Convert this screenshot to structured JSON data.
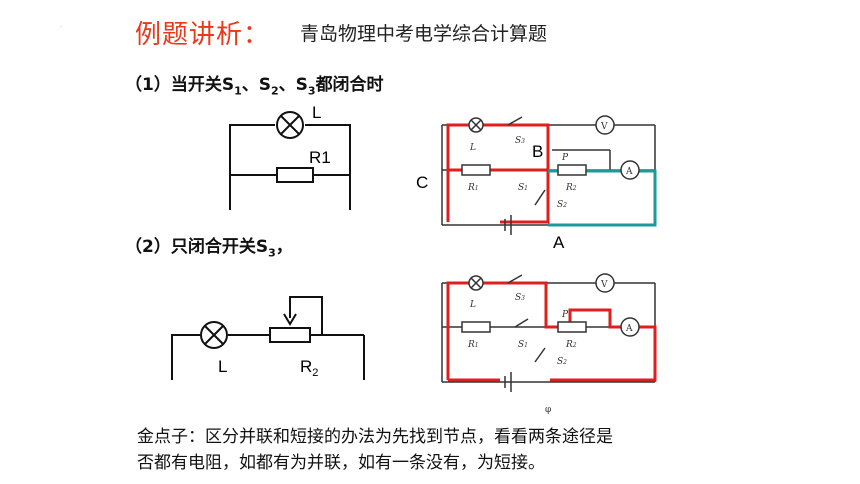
{
  "header": {
    "title": "例题讲析：",
    "subtitle": "青岛物理中考电学综合计算题"
  },
  "cases": {
    "case1": {
      "prefix": "（1）当开关",
      "s1": "S",
      "s1_sub": "1",
      "sep1": "、",
      "s2": "S",
      "s2_sub": "2",
      "sep2": "、",
      "s3": "S",
      "s3_sub": "3",
      "suffix": "都闭合时"
    },
    "case2": {
      "prefix": "（2）只闭合开关",
      "s3": "S",
      "s3_sub": "3",
      "suffix": "，"
    }
  },
  "circuit1": {
    "lamp": "L",
    "resistor": "R1"
  },
  "circuit2": {
    "lamp": "L",
    "resistor": "R",
    "resistor_sub": "2"
  },
  "diagram1": {
    "label_b": "B",
    "label_c": "C",
    "label_a": "A",
    "lamp": "L",
    "r1": "R",
    "r1_sub": "1",
    "s1": "S",
    "s1_sub": "1",
    "s3": "S",
    "s3_sub": "3",
    "r2": "R",
    "r2_sub": "2",
    "s2": "S",
    "s2_sub": "2",
    "p": "P",
    "voltmeter": "V",
    "ammeter": "A"
  },
  "diagram2": {
    "lamp": "L",
    "r1": "R",
    "r1_sub": "1",
    "s1": "S",
    "s1_sub": "1",
    "s3": "S",
    "s3_sub": "3",
    "r2": "R",
    "r2_sub": "2",
    "s2": "S",
    "s2_sub": "2",
    "p": "P",
    "voltmeter": "V",
    "ammeter": "A",
    "mark": "φ"
  },
  "tip": {
    "line1": "金点子：区分并联和短接的办法为先找到节点，看看两条途径是",
    "line2": "否都有电阻，如都有为并联，如有一条没有，为短接。"
  },
  "colors": {
    "title": "#e8391a",
    "highlight_red": "#e01e1e",
    "highlight_teal": "#1a9a98",
    "wire": "#333333"
  }
}
